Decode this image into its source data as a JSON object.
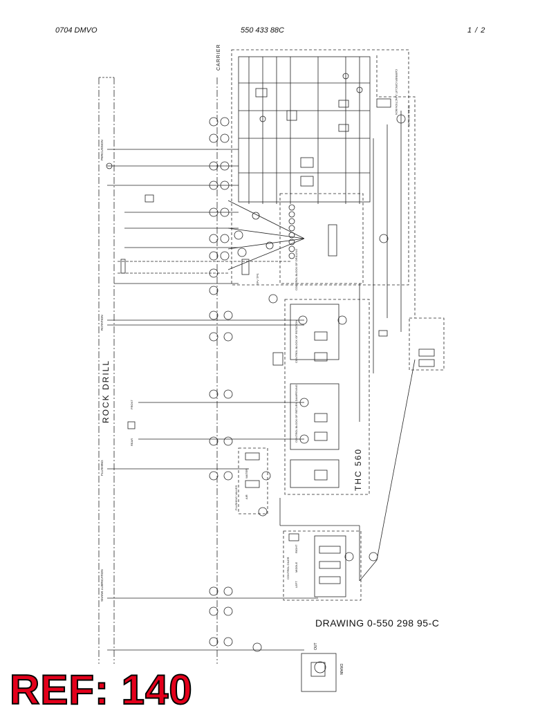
{
  "header": {
    "left": "0704 DMVO",
    "center": "550 433 88C",
    "right": "1 /  2"
  },
  "drawing_number": "DRAWING  0-550 298 95-C",
  "reference": "REF: 140",
  "labels": {
    "rock_drill": "ROCK DRILL",
    "carrier": "CARRIER",
    "thc": "THC 560",
    "percussion": "PERCUSSION",
    "rotation": "ROTATION",
    "flushing": "FLUSHING",
    "shank_lubrication": "SHANK LUBRICATION",
    "control_block_drilling": "CONTROL BLOCK OF DRILLING",
    "control_block_rotation": "CONTROL BLOCK OF ROTATION",
    "control_block_return": "CONTROL BLOCK OF RETURN DAMPENING",
    "flushing_valves": "FLUSHING VALVES",
    "control_oiler": "CONTROL OILER",
    "carrier_circuit": "CARRIER CIRCUIT JUNCTION BOX",
    "to_oil_cooler": "TO OIL COOLER",
    "thc_valve": "TPV TPS",
    "water": "WATER",
    "air": "AIR",
    "drain": "DRAIN",
    "out": "OUT",
    "rear": "REAR",
    "front": "FRONT",
    "middle": "MIDDLE",
    "left": "LEFT",
    "right": "RIGHT"
  }
}
